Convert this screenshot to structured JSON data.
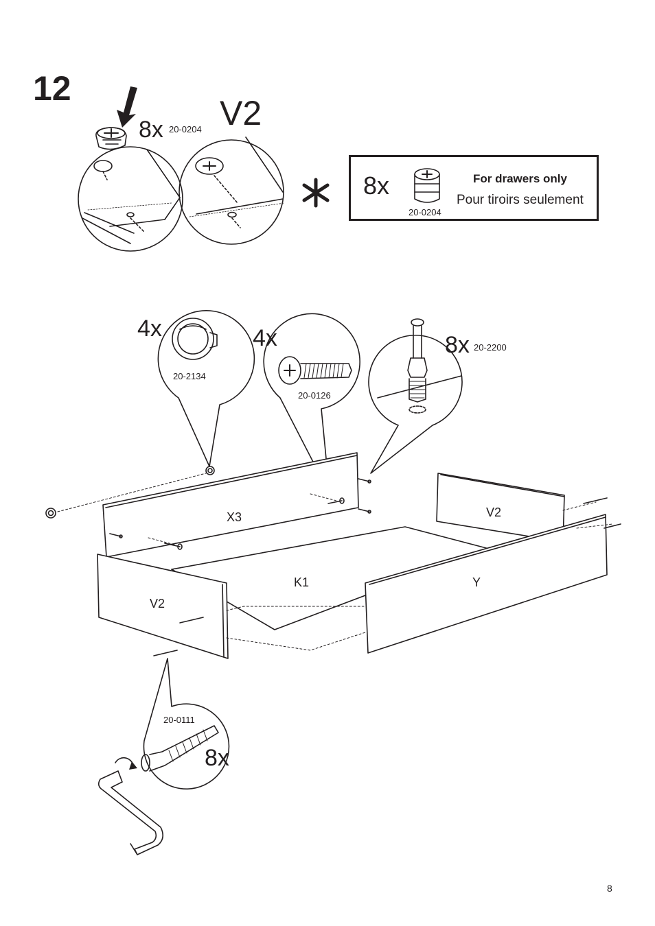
{
  "step": {
    "number": "12"
  },
  "top_detail": {
    "quantity": "8x",
    "part_code": "20-0204",
    "panel_label": "V2"
  },
  "drawer_note": {
    "symbol": "*",
    "quantity": "8x",
    "part_code": "20-0204",
    "title_en": "For drawers only",
    "title_fr": "Pour tiroirs seulement"
  },
  "hardware": [
    {
      "quantity": "4x",
      "part_code": "20-2134",
      "icon": "knob-icon"
    },
    {
      "quantity": "4x",
      "part_code": "20-0126",
      "icon": "bolt-icon"
    },
    {
      "quantity": "8x",
      "part_code": "20-2200",
      "icon": "cam-dowel-icon"
    },
    {
      "quantity": "8x",
      "part_code": "20-0111",
      "icon": "screw-icon"
    }
  ],
  "panels": {
    "back": "X3",
    "bottom": "K1",
    "side_right": "V2",
    "side_left": "V2",
    "front": "Y"
  },
  "page_number": "8"
}
